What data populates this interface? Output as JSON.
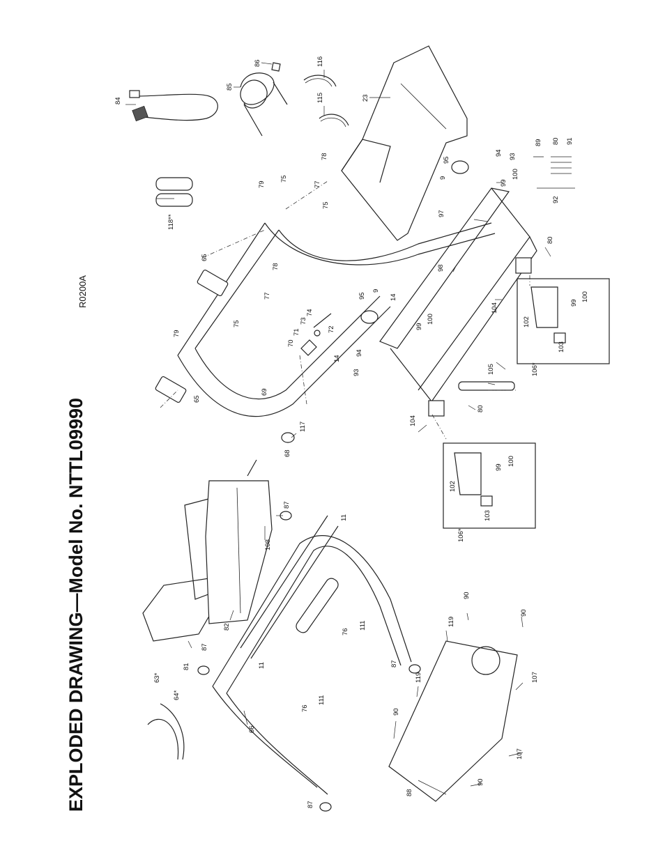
{
  "header": {
    "title": "EXPLODED DRAWING—Model No. NTTL09990",
    "code": "R0200A"
  },
  "labels": [
    {
      "id": "84",
      "text": "84"
    },
    {
      "id": "86",
      "text": "86"
    },
    {
      "id": "85",
      "text": "85"
    },
    {
      "id": "116",
      "text": "116"
    },
    {
      "id": "115",
      "text": "115"
    },
    {
      "id": "23",
      "text": "23"
    },
    {
      "id": "118",
      "text": "118**"
    },
    {
      "id": "79a",
      "text": "79"
    },
    {
      "id": "75a",
      "text": "75"
    },
    {
      "id": "78a",
      "text": "78"
    },
    {
      "id": "77a",
      "text": "77"
    },
    {
      "id": "75b",
      "text": "75"
    },
    {
      "id": "94a",
      "text": "94"
    },
    {
      "id": "95a",
      "text": "95"
    },
    {
      "id": "9a",
      "text": "9"
    },
    {
      "id": "93a",
      "text": "93"
    },
    {
      "id": "99a",
      "text": "99"
    },
    {
      "id": "100a",
      "text": "100"
    },
    {
      "id": "89",
      "text": "89"
    },
    {
      "id": "80a",
      "text": "80"
    },
    {
      "id": "91",
      "text": "91"
    },
    {
      "id": "92",
      "text": "92"
    },
    {
      "id": "97",
      "text": "97"
    },
    {
      "id": "80b",
      "text": "80"
    },
    {
      "id": "65a",
      "text": "65"
    },
    {
      "id": "78b",
      "text": "78"
    },
    {
      "id": "77b",
      "text": "77"
    },
    {
      "id": "75c",
      "text": "75"
    },
    {
      "id": "74",
      "text": "74"
    },
    {
      "id": "73",
      "text": "73"
    },
    {
      "id": "72",
      "text": "72"
    },
    {
      "id": "71",
      "text": "71"
    },
    {
      "id": "70",
      "text": "70"
    },
    {
      "id": "95b",
      "text": "95"
    },
    {
      "id": "9b",
      "text": "9"
    },
    {
      "id": "14a",
      "text": "14"
    },
    {
      "id": "99b",
      "text": "99"
    },
    {
      "id": "100b",
      "text": "100"
    },
    {
      "id": "98",
      "text": "98"
    },
    {
      "id": "104a",
      "text": "104"
    },
    {
      "id": "102a",
      "text": "102"
    },
    {
      "id": "99c",
      "text": "99"
    },
    {
      "id": "100c",
      "text": "100"
    },
    {
      "id": "103a",
      "text": "103"
    },
    {
      "id": "106a",
      "text": "106*"
    },
    {
      "id": "79b",
      "text": "79"
    },
    {
      "id": "94b",
      "text": "94"
    },
    {
      "id": "14b",
      "text": "14"
    },
    {
      "id": "93b",
      "text": "93"
    },
    {
      "id": "65b",
      "text": "65"
    },
    {
      "id": "69",
      "text": "69"
    },
    {
      "id": "105",
      "text": "105"
    },
    {
      "id": "80c",
      "text": "80"
    },
    {
      "id": "117",
      "text": "117"
    },
    {
      "id": "68",
      "text": "68"
    },
    {
      "id": "104b",
      "text": "104"
    },
    {
      "id": "102b",
      "text": "102"
    },
    {
      "id": "99d",
      "text": "99"
    },
    {
      "id": "100d",
      "text": "100"
    },
    {
      "id": "103b",
      "text": "103"
    },
    {
      "id": "106b",
      "text": "106*"
    },
    {
      "id": "87a",
      "text": "87"
    },
    {
      "id": "108",
      "text": "108"
    },
    {
      "id": "11a",
      "text": "11"
    },
    {
      "id": "82",
      "text": "82"
    },
    {
      "id": "81",
      "text": "81"
    },
    {
      "id": "87b",
      "text": "87"
    },
    {
      "id": "11b",
      "text": "11"
    },
    {
      "id": "63",
      "text": "63*"
    },
    {
      "id": "64",
      "text": "64*"
    },
    {
      "id": "66",
      "text": "66"
    },
    {
      "id": "76a",
      "text": "76"
    },
    {
      "id": "111a",
      "text": "111"
    },
    {
      "id": "76b",
      "text": "76"
    },
    {
      "id": "111b",
      "text": "111"
    },
    {
      "id": "87c",
      "text": "87"
    },
    {
      "id": "90a",
      "text": "90"
    },
    {
      "id": "119a",
      "text": "119"
    },
    {
      "id": "90b",
      "text": "90"
    },
    {
      "id": "119b",
      "text": "119"
    },
    {
      "id": "90c",
      "text": "90"
    },
    {
      "id": "107a",
      "text": "107"
    },
    {
      "id": "107b",
      "text": "107"
    },
    {
      "id": "90d",
      "text": "90"
    },
    {
      "id": "88",
      "text": "88"
    },
    {
      "id": "87d",
      "text": "87"
    }
  ]
}
